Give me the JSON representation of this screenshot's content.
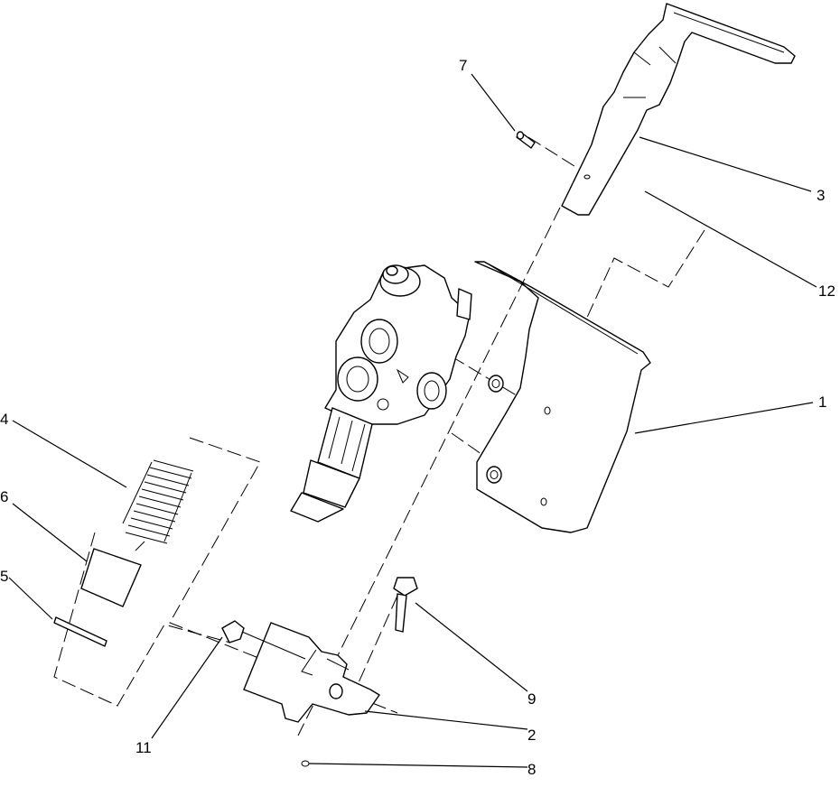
{
  "callouts": [
    {
      "id": "callout-1",
      "label": "1"
    },
    {
      "id": "callout-2",
      "label": "2"
    },
    {
      "id": "callout-3",
      "label": "3"
    },
    {
      "id": "callout-4",
      "label": "4"
    },
    {
      "id": "callout-5",
      "label": "5"
    },
    {
      "id": "callout-6",
      "label": "6"
    },
    {
      "id": "callout-7",
      "label": "7"
    },
    {
      "id": "callout-8",
      "label": "8"
    },
    {
      "id": "callout-9",
      "label": "9"
    },
    {
      "id": "callout-11",
      "label": "11"
    },
    {
      "id": "callout-12",
      "label": "12"
    }
  ]
}
